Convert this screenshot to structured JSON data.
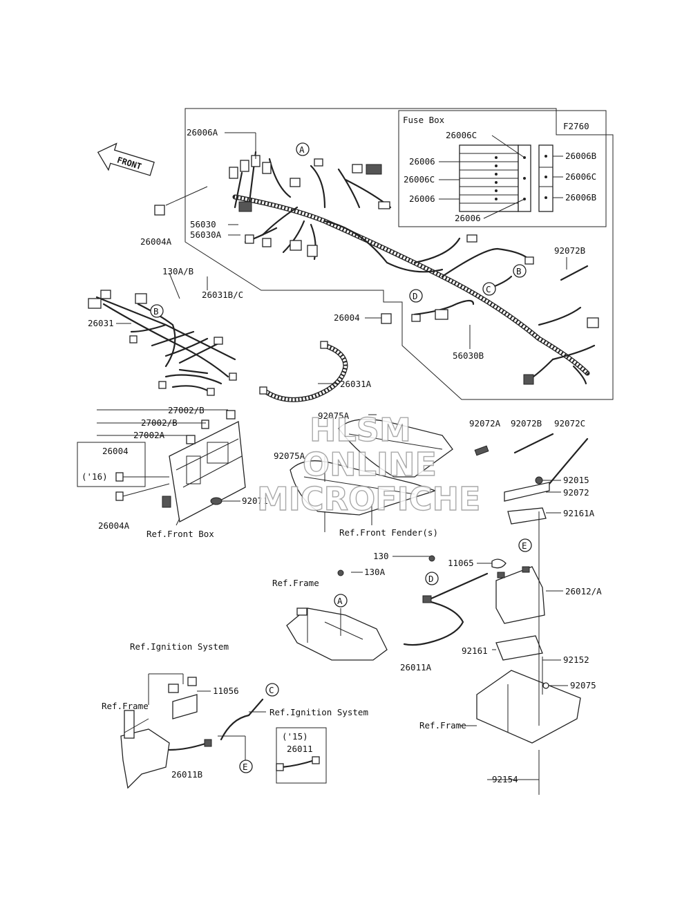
{
  "figure_code": "F2760",
  "fuse_box": {
    "title": "Fuse Box",
    "labels": [
      "26006C",
      "26006",
      "26006C",
      "26006",
      "26006",
      "26006B",
      "26006C",
      "26006B"
    ]
  },
  "front_arrow": "FRONT",
  "callout_circles": [
    "A",
    "B",
    "C",
    "B",
    "D",
    "A",
    "D",
    "E",
    "C",
    "E"
  ],
  "part_labels": {
    "p26006A": "26006A",
    "p26004A_top": "26004A",
    "p56030": "56030",
    "p56030A": "56030A",
    "p130AB": "130A/B",
    "p26031BC": "26031B/C",
    "p26031": "26031",
    "p26004_mid": "26004",
    "p56030B": "56030B",
    "p92072B_top": "92072B",
    "p26031A": "26031A",
    "p27002B_1": "27002/B",
    "p27002B_2": "27002/B",
    "p27002A": "27002A",
    "p26004_box": "26004",
    "p16": "('16)",
    "p26004A_low": "26004A",
    "p92071": "92071",
    "refFrontBox": "Ref.Front Box",
    "p92075A_1": "92075A",
    "p92075A_2": "92075A",
    "refFrontFender": "Ref.Front Fender(s)",
    "p92072A": "92072A",
    "p92072B": "92072B",
    "p92072C": "92072C",
    "p92015": "92015",
    "p92072": "92072",
    "p92161A": "92161A",
    "p130": "130",
    "p11065": "11065",
    "p130A": "130A",
    "refFrame_1": "Ref.Frame",
    "p26012A": "26012/A",
    "p26011A": "26011A",
    "p92161": "92161",
    "p92152": "92152",
    "refIgnition_1": "Ref.Ignition System",
    "p11056": "11056",
    "refIgnition_2": "Ref.Ignition System",
    "refFrame_2": "Ref.Frame",
    "p15": "('15)",
    "p26011": "26011",
    "p26011B": "26011B",
    "p92075": "92075",
    "refFrame_3": "Ref.Frame",
    "p92154": "92154"
  },
  "watermark": [
    "HLSM",
    "ONLINE",
    "MICROFICHE"
  ]
}
